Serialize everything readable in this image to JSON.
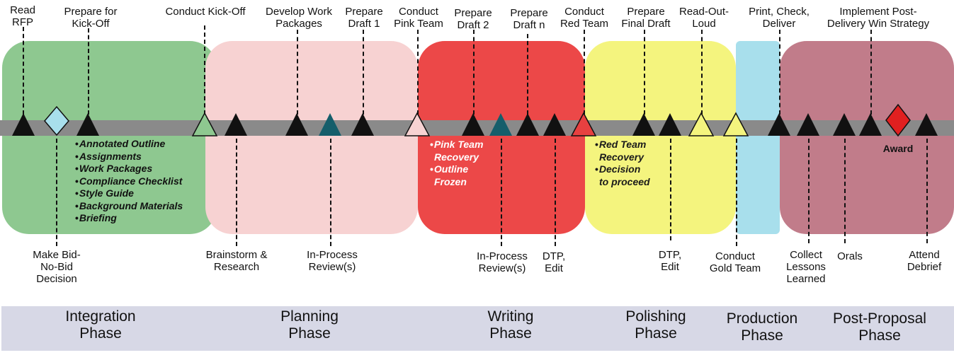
{
  "phases": [
    {
      "name": "Integration\nPhase",
      "color": "#8ec890"
    },
    {
      "name": "Planning\nPhase",
      "color": "#f7d2d2"
    },
    {
      "name": "Writing\nPhase",
      "color": "#ec4848"
    },
    {
      "name": "Polishing\nPhase",
      "color": "#f4f47e"
    },
    {
      "name": "Production\nPhase",
      "color": "#a8dfec"
    },
    {
      "name": "Post-Proposal\nPhase",
      "color": "#c17c8a"
    }
  ],
  "top_labels": [
    "Read\nRFP",
    "Prepare for\nKick-Off",
    "Conduct Kick-Off",
    "Develop Work\nPackages",
    "Prepare\nDraft 1",
    "Conduct\nPink Team",
    "Prepare\nDraft 2",
    "Prepare\nDraft n",
    "Conduct\nRed Team",
    "Prepare\nFinal Draft",
    "Read-Out-\nLoud",
    "Print, Check,\nDeliver",
    "Implement Post-\nDelivery Win Strategy"
  ],
  "bottom_labels": [
    "Make Bid-\nNo-Bid\nDecision",
    "Brainstorm &\nResearch",
    "In-Process\nReview(s)",
    "In-Process\nReview(s)",
    "DTP,\nEdit",
    "DTP,\nEdit",
    "Conduct\nGold Team",
    "Collect\nLessons\nLearned",
    "Orals",
    "Attend\nDebrief"
  ],
  "integration_notes": [
    "Annotated Outline",
    "Assignments",
    "Work Packages",
    "Compliance Checklist",
    "Style Guide",
    "Background Materials",
    "Briefing"
  ],
  "writing_notes": [
    "Pink Team\nRecovery",
    "Outline\nFrozen"
  ],
  "polishing_notes": [
    "Red Team\nRecovery",
    "Decision\nto proceed"
  ],
  "award_label": "Award",
  "colors": {
    "milestone": "#111111",
    "review": "#155e6b",
    "kickoff": "#8ec890",
    "pink_team": "#f7d2d2",
    "red_team": "#e84040",
    "gold_team": "#f4f47e",
    "decision": "#a8dfec",
    "award": "#e02020",
    "writing_text": "#ffffff"
  }
}
